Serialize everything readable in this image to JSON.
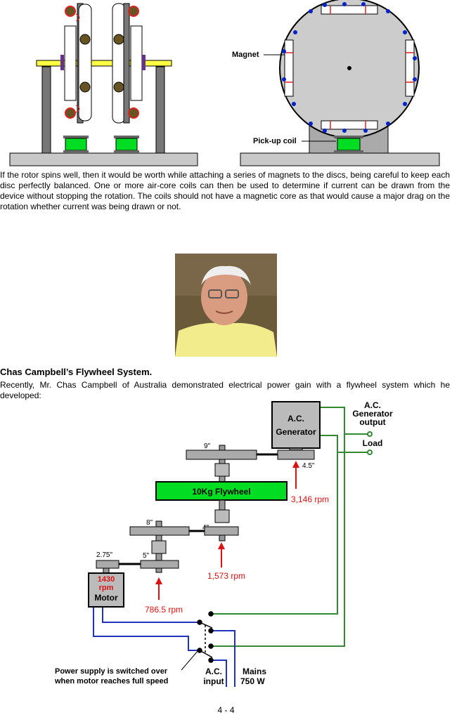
{
  "top_right_diagram": {
    "magnet_label": "Magnet",
    "pickup_label": "Pick-up coil"
  },
  "paragraph1": "If the rotor spins well, then it would be worth while attaching a series of magnets to the discs, being careful to keep each disc perfectly balanced.  One or more air-core coils can then be used to determine if current can be drawn from the device without stopping the rotation.  The coils should not have a magnetic core as that would cause a major drag on the rotation whether current was being drawn or not.",
  "heading": "Chas Campbell’s Flywheel System.",
  "paragraph2": "Recently, Mr. Chas Campbell of Australia demonstrated electrical power gain with a flywheel system which he developed:",
  "flywheel_diagram": {
    "generator_line1": "A.C.",
    "generator_line2": "Generator",
    "output_line1": "A.C.",
    "output_line2": "Generator",
    "output_line3": "output",
    "load_label": "Load",
    "pulley_9": "9\"",
    "pulley_4_5": "4.5\"",
    "flywheel_label": "10Kg Flywheel",
    "rpm_3146": "3,146 rpm",
    "pulley_8": "8\"",
    "pulley_4": "4\"",
    "rpm_1573": "1,573 rpm",
    "pulley_2_75": "2.75\"",
    "pulley_5": "5\"",
    "motor_rpm_value": "1430",
    "motor_rpm_unit": "rpm",
    "motor_label": "Motor",
    "rpm_786": "786.5 rpm",
    "note_line1": "Power supply is switched over",
    "note_line2": "when motor reaches full speed",
    "ac_input_line1": "A.C.",
    "ac_input_line2": "input",
    "mains_line1": "Mains",
    "mains_line2": "750 W"
  },
  "footer": "4 - 4",
  "colors": {
    "coil_green": "#00dd22",
    "shaft_yellow": "#ffff44",
    "magnet_red": "#dd2222",
    "dot_blue": "#0022cc",
    "wire_green": "#338833",
    "wire_blue": "#2233bb",
    "rpm_red": "#dd1111"
  }
}
